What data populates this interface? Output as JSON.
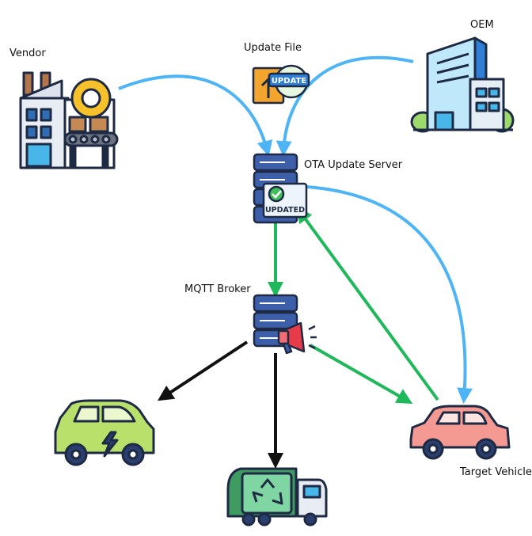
{
  "nodes": {
    "vendor": "Vendor",
    "update_file": "Update File",
    "oem": "OEM",
    "ota_server": "OTA Update Server",
    "mqtt_broker": "MQTT Broker",
    "target_vehicle": "Target Vehicle"
  },
  "badges": {
    "update": "UPDATE",
    "updated": "UPDATED"
  },
  "colors": {
    "blue_flow": "#4db4f5",
    "green_flow": "#1fb85a",
    "black_flow": "#111111",
    "server": "#3d5ea8",
    "car_green": "#b9e06a",
    "car_red": "#f59a93",
    "truck": "#3f9b62"
  }
}
